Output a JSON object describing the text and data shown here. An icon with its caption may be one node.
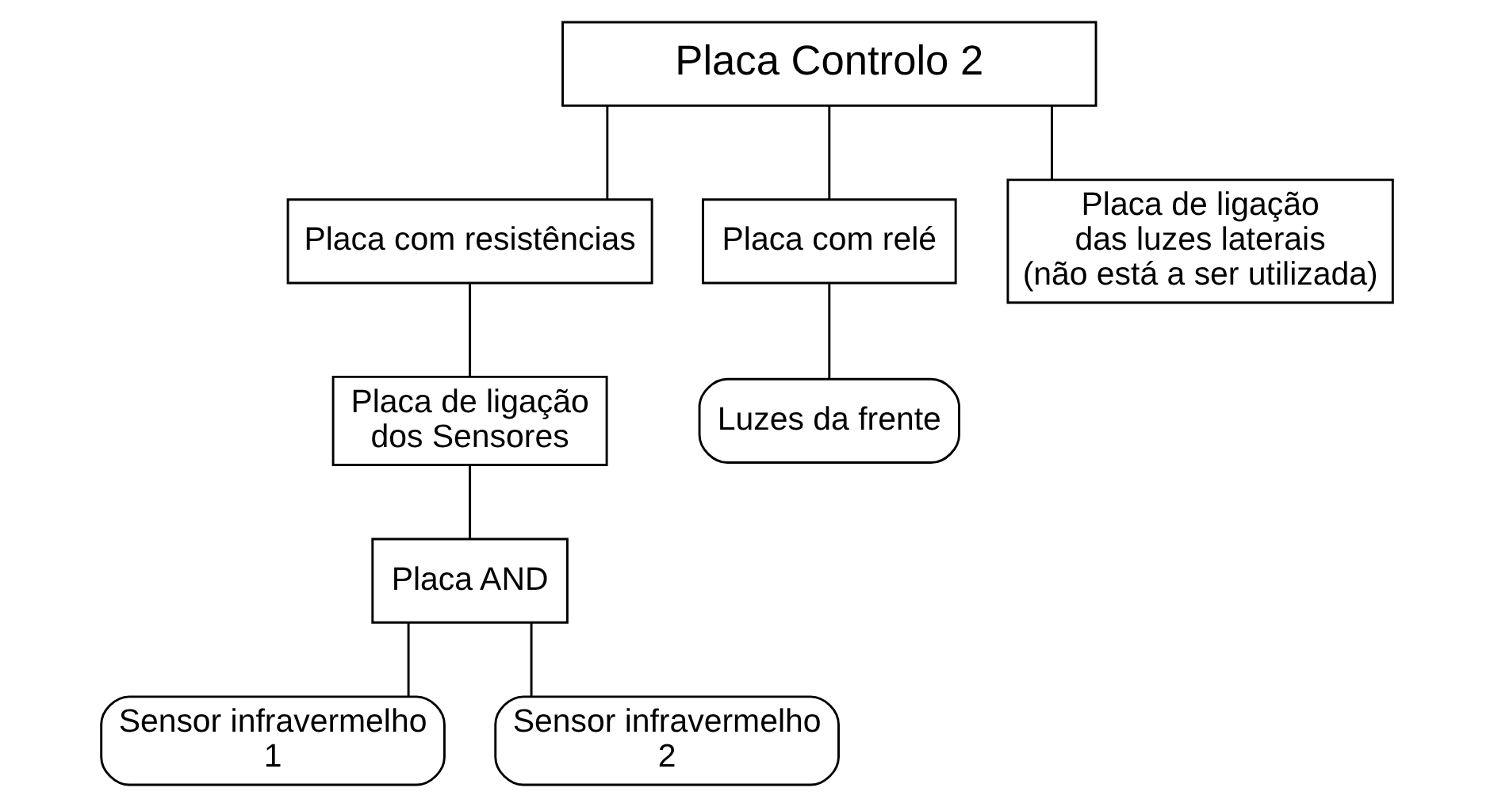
{
  "diagram": {
    "nodes": [
      {
        "text": [
          "Placa Controlo 2"
        ]
      },
      {
        "text": [
          "Placa com resistências"
        ]
      },
      {
        "text": [
          "Placa com relé"
        ]
      },
      {
        "text": [
          "Placa de ligação das luzes laterais (não está a ser utilizada)"
        ]
      },
      {
        "text": [
          "Placa de ligação dos Sensores"
        ]
      },
      {
        "text": [
          "Luzes da frente"
        ]
      },
      {
        "text": [
          "Placa AND"
        ]
      },
      {
        "text": [
          "Sensor infravermelho 1"
        ]
      },
      {
        "text": [
          "Sensor infravermelho 2"
        ]
      }
    ],
    "edges": [
      {
        "from": 0,
        "to": 1,
        "arrow": "none"
      },
      {
        "from": 0,
        "to": 2,
        "arrow": "none"
      },
      {
        "from": 0,
        "to": 3,
        "arrow": "none"
      },
      {
        "from": 1,
        "to": 4,
        "arrow": "none"
      },
      {
        "from": 2,
        "to": 5,
        "arrow": "none"
      },
      {
        "from": 4,
        "to": 6,
        "arrow": "none"
      },
      {
        "from": 6,
        "to": 7,
        "arrow": "none"
      },
      {
        "from": 6,
        "to": 8,
        "arrow": "none"
      }
    ]
  }
}
